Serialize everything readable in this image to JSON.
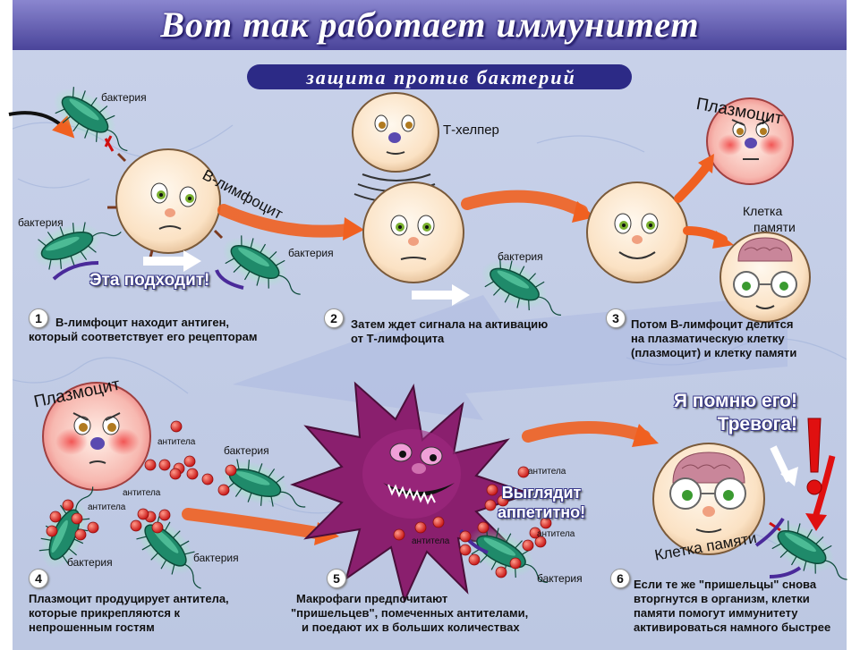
{
  "title": "Вот так работает иммунитет",
  "subtitle": "защита против бактерий",
  "labels": {
    "bacteria": "бактерия",
    "b_lymphocyte": "В-лимфоцит",
    "t_helper": "Т-хелпер",
    "plasmocyte": "Плазмоцит",
    "memory_cell": "Клетка памяти",
    "memory_cell_l1": "Клетка",
    "memory_cell_l2": "памяти",
    "antibodies": "антитела"
  },
  "speech": {
    "fits": "Эта подходит!",
    "remember_l1": "Я помню его!",
    "remember_l2": "Тревога!",
    "tasty_l1": "Выглядит",
    "tasty_l2": "аппетитно!"
  },
  "steps": [
    {
      "num": "1",
      "l1": "В-лимфоцит находит антиген,",
      "l2": "который соответствует его рецепторам",
      "l3": ""
    },
    {
      "num": "2",
      "l1": "Затем ждет сигнала на активацию",
      "l2": "от Т-лимфоцита",
      "l3": ""
    },
    {
      "num": "3",
      "l1": "Потом В-лимфоцит делится",
      "l2": "на плазматическую клетку",
      "l3": "(плазмоцит) и клетку памяти"
    },
    {
      "num": "4",
      "l1": "Плазмоцит продуцирует антитела,",
      "l2": "которые прикрепляются к",
      "l3": "непрошенным гостям"
    },
    {
      "num": "5",
      "l1": "Макрофаги предпочитают",
      "l2": "\"пришельцев\", помеченных антителами,",
      "l3": "и поедают их в больших количествах"
    },
    {
      "num": "6",
      "l1": "Если те же \"пришельцы\" снова",
      "l2": "вторгнутся в организм, клетки",
      "l3": "памяти помогут иммунитету",
      "l4": "активироваться намного быстрее"
    }
  ],
  "colors": {
    "background": "#c6cfe6",
    "title_bar": "#5b55a8",
    "subtitle_bar": "#2c2a86",
    "cell_skin": "#fbe6cc",
    "plasmocyte_blush": "#f06060",
    "bacteria": "#1f8a6a",
    "bacteria_glow": "#7df0a0",
    "macrophage": "#8a1f6e",
    "antibody": "#d62020",
    "arrow_orange": "#f06020",
    "arrow_white": "#ffffff",
    "alarm": "#e01010"
  }
}
